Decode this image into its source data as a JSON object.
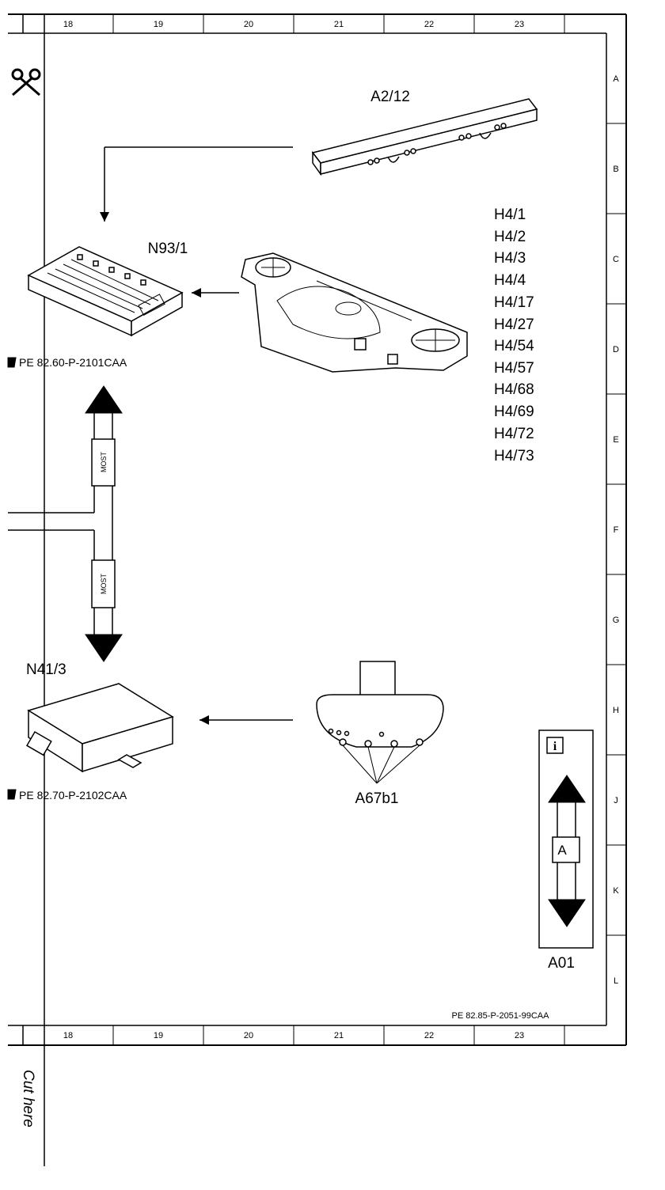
{
  "grid": {
    "columns": [
      "18",
      "19",
      "20",
      "21",
      "22",
      "23"
    ],
    "rows": [
      "A",
      "B",
      "C",
      "D",
      "E",
      "F",
      "G",
      "H",
      "J",
      "K",
      "L"
    ]
  },
  "components": {
    "a2_12": "A2/12",
    "n93_1": "N93/1",
    "n41_3": "N41/3",
    "a67b1": "A67b1",
    "h4_list": [
      "H4/1",
      "H4/2",
      "H4/3",
      "H4/4",
      "H4/17",
      "H4/27",
      "H4/54",
      "H4/57",
      "H4/68",
      "H4/69",
      "H4/72",
      "H4/73"
    ]
  },
  "references": {
    "n93_1_ref": "PE 82.60-P-2101CAA",
    "n41_3_ref": "PE 82.70-P-2102CAA",
    "sheet_ref": "PE 82.85-P-2051-99CAA"
  },
  "bus": {
    "upper_label": "MOST",
    "lower_label": "MOST"
  },
  "legend": {
    "info_glyph": "i",
    "box_label": "A",
    "caption": "A01"
  },
  "cut_label": "Cut here",
  "icons": [
    "scissors-icon",
    "book-ref-icon",
    "info-icon"
  ]
}
